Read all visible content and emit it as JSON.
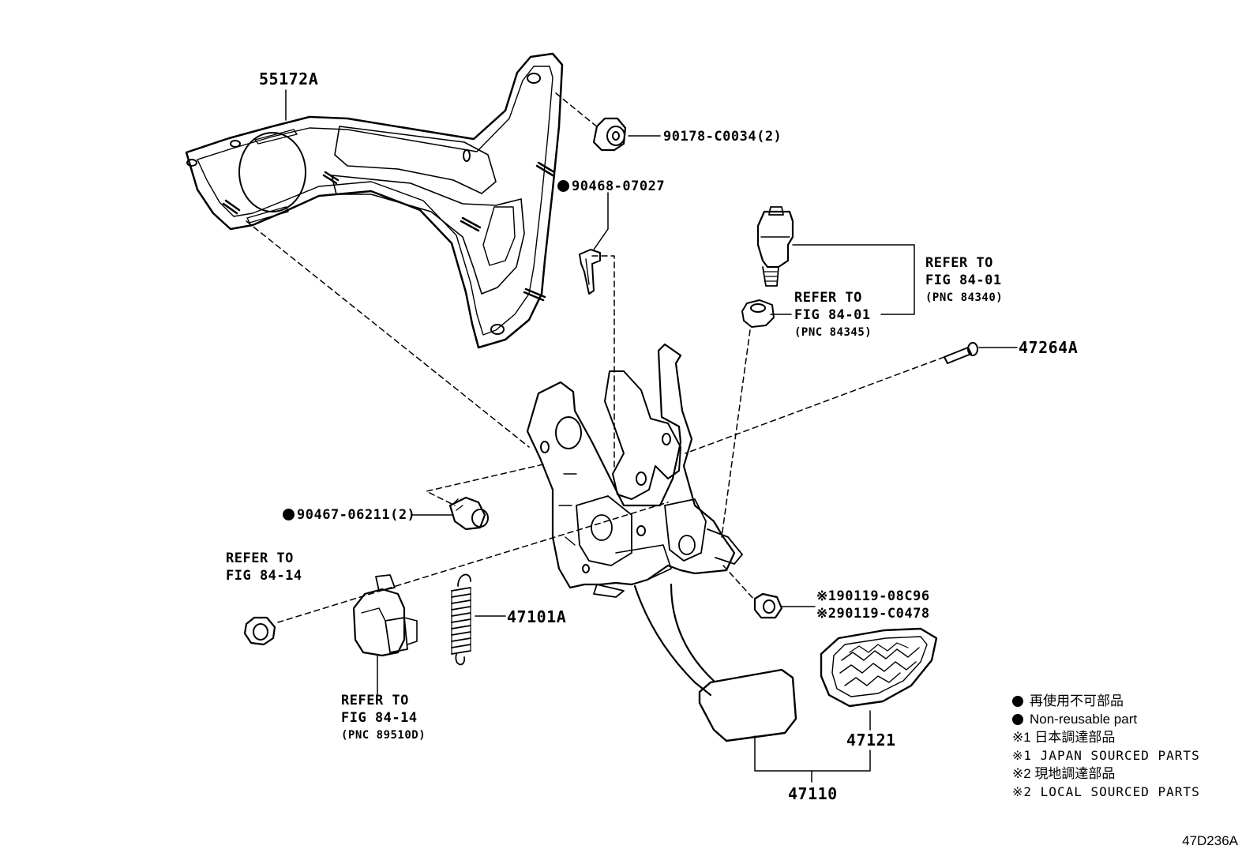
{
  "labels": {
    "bracket": "55172A",
    "nut_main": "90178-C0034(2)",
    "clip": "90468-07027",
    "switch_ref_line1": "REFER TO",
    "switch_ref_line2": "FIG 84-01",
    "switch_ref_line3": "(PNC 84340)",
    "cushion_ref_line1": "REFER TO",
    "cushion_ref_line2": "FIG 84-01",
    "cushion_ref_line3": "(PNC 84345)",
    "pin": "47264A",
    "bolt_small": "90467-06211(2)",
    "nut_ref_line1": "REFER TO",
    "nut_ref_line2": "FIG 84-14",
    "sensor_ref_line1": "REFER TO",
    "sensor_ref_line2": "FIG 84-14",
    "sensor_ref_line3": "(PNC 89510D)",
    "spring": "47101A",
    "bolt_jp_mark": "※1",
    "bolt_jp": "90119-08C96",
    "bolt_local_mark": "※2",
    "bolt_local": "90119-C0478",
    "pad": "47121",
    "pedal_assy": "47110"
  },
  "legend": {
    "nonreusable_jp": "再使用不可部品",
    "nonreusable_en": "Non-reusable part",
    "japan_jp": "※1 日本調達部品",
    "japan_en": "※1 JAPAN SOURCED PARTS",
    "local_jp": "※2 現地調達部品",
    "local_en": "※2 LOCAL SOURCED PARTS"
  },
  "figure_code": "47D236A",
  "non_reusable_marker": "filled-circle"
}
